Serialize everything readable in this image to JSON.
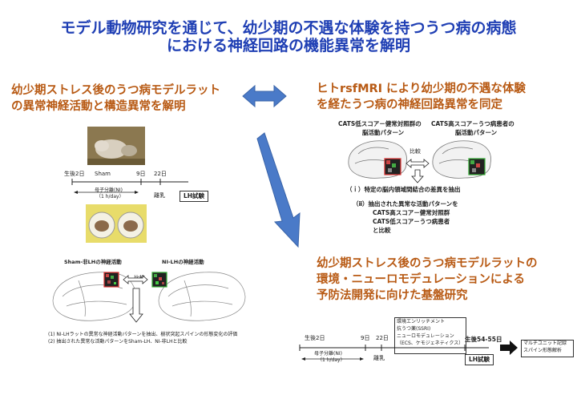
{
  "title": {
    "line1": "モデル動物研究を通じて、幼少期の不遇な体験を持つうつ病の病態",
    "line2": "における神経回路の機能異常を解明"
  },
  "left": {
    "heading1": "幼少期ストレス後のうつ病モデルラット",
    "heading2": "の異常神経活動と構造異常を解明",
    "timeline": {
      "birth_day": "生後2日",
      "sham": "Sham",
      "day9": "9日",
      "day22": "22日",
      "separation": "母子分離(NI)",
      "hours": "（1 h/day）",
      "weaning": "離乳",
      "lh_test": "LH試験"
    },
    "brain_label_left": "Sham-非LHの神経活動",
    "brain_label_right": "NI-LHの神経活動",
    "compare": "比較",
    "note1": "(1) NI-LHラットの異常な神経活動パターンを抽出、樹状突起スパインの形態変化の評価",
    "note2": "(2) 抽出された異常な活動パターンをSham-LH、NI-非LHと比較"
  },
  "right_top": {
    "heading1": "ヒトrsfMRI により幼少期の不遇な体験",
    "heading2": "を経たうつ病の神経回路異常を同定",
    "brain_left_label1": "CATS低スコア－健常対照群の",
    "brain_left_label2": "脳活動パターン",
    "brain_right_label1": "CATS高スコア－うつ病患者の",
    "brain_right_label2": "脳活動パターン",
    "compare": "比較",
    "step1": "（ｉ）特定の脳内領域間結合の差異を抽出",
    "step2_1": "（ⅱ）抽出された異常な活動パターンを",
    "step2_2": "CATS高スコア－健常対照群",
    "step2_3": "CATS低スコア－うつ病患者",
    "step2_4": "と比較"
  },
  "right_bottom": {
    "heading1": "幼少期ストレス後のうつ病モデルラットの",
    "heading2": "環境・ニューロモデュレーションによる",
    "heading3": "予防法開発に向けた基盤研究",
    "box1": "環境エンリッチメント",
    "box2": "抗うつ薬(SSRI)",
    "box3": "ニューロモデュレーション",
    "box4": "（ECS、ケモジェネティクス）",
    "birth_day": "生後2日",
    "day9": "9日",
    "day22": "22日",
    "after": "生後54-55日",
    "separation": "母子分離(NI)",
    "hours": "（1 h/day）",
    "weaning": "離乳",
    "lh_test": "LH試験",
    "result1": "マルチユニット記録",
    "result2": "スパイン形態解析"
  },
  "colors": {
    "title": "#1f3fb4",
    "heading": "#b85a14",
    "arrow": "#4a7ac8"
  }
}
